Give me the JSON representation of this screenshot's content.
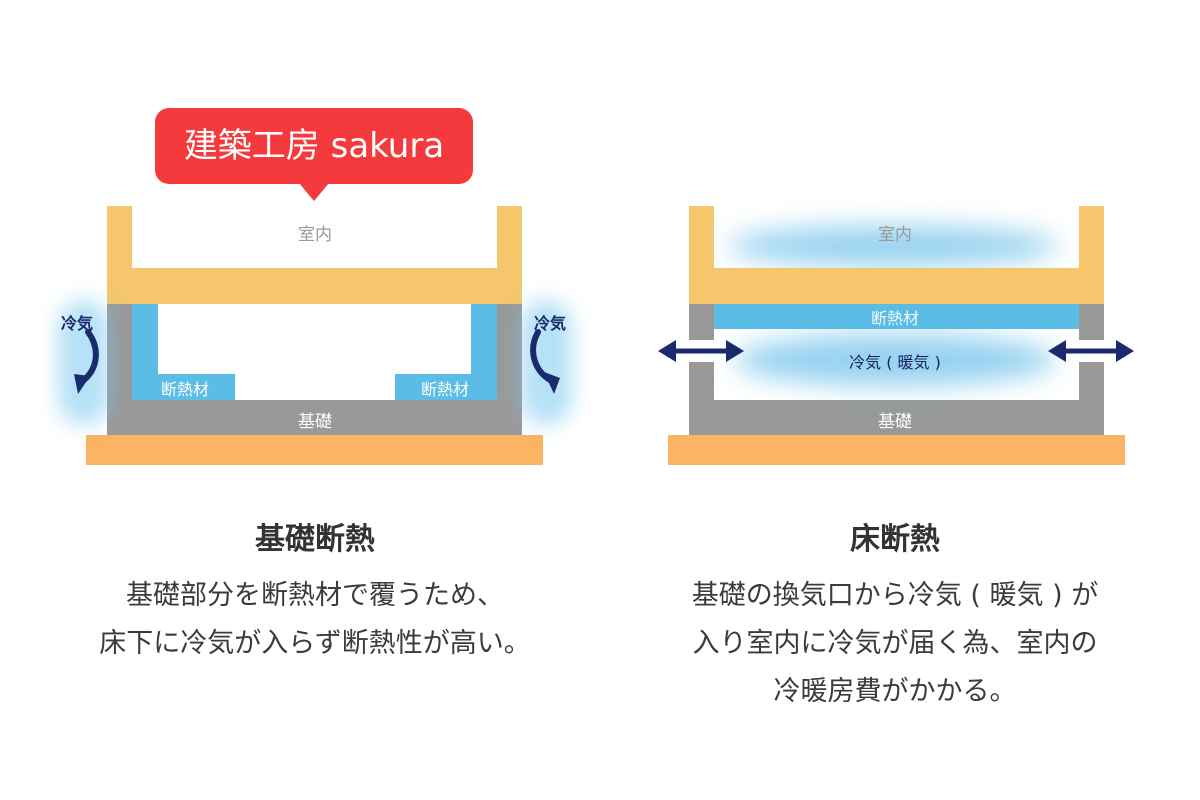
{
  "brand": "建築工房 sakura",
  "left": {
    "room": "室内",
    "cold_air": "冷気",
    "insulation": "断熱材",
    "foundation": "基礎",
    "title": "基礎断熱",
    "desc_line1": "基礎部分を断熱材で覆うため、",
    "desc_line2": "床下に冷気が入らず断熱性が高い。"
  },
  "right": {
    "room": "室内",
    "insulation": "断熱材",
    "cold_air": "冷気 ( 暖気 )",
    "foundation": "基礎",
    "title": "床断熱",
    "desc_line1": "基礎の換気口から冷気 ( 暖気 ) が",
    "desc_line2": "入り室内に冷気が届く為、室内の",
    "desc_line3": "冷暖房費がかかる。"
  },
  "colors": {
    "brand_red": "#f43a3c",
    "wall_yellow": "#f5c66b",
    "foundation_gray": "#999999",
    "insulation_blue": "#5bbde6",
    "ground_orange": "#fcb363",
    "arrow_navy": "#1b2a6d"
  },
  "icons": [
    "cold-air-curved-arrow-icon",
    "double-headed-arrow-icon"
  ]
}
